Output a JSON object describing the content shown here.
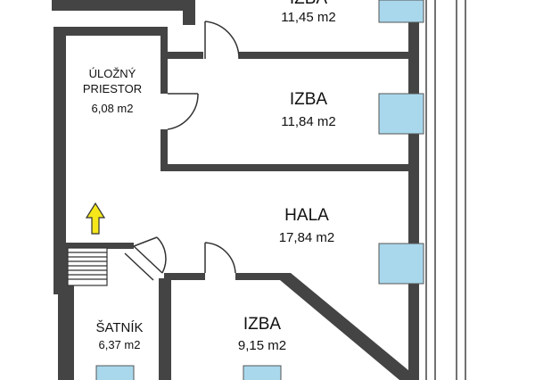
{
  "rooms": [
    {
      "id": "izba-top",
      "name": "IZBA",
      "area": "11,45 m2"
    },
    {
      "id": "izba-middle",
      "name": "IZBA",
      "area": "11,84 m2"
    },
    {
      "id": "storage",
      "name_line1": "ÚLOŽNÝ",
      "name_line2": "PRIESTOR",
      "area": "6,08 m2"
    },
    {
      "id": "hala",
      "name": "HALA",
      "area": "17,84 m2"
    },
    {
      "id": "satnik",
      "name": "ŠATNÍK",
      "area": "6,37 m2"
    },
    {
      "id": "izba-bottom",
      "name": "IZBA",
      "area": "9,15 m2"
    }
  ],
  "colors": {
    "wall": "#444444",
    "window": "#a9d8ec",
    "arrow": "#f5e71a"
  },
  "icons": [
    "entrance-arrow-icon",
    "staircase-icon",
    "door-swing-icon",
    "window-icon"
  ]
}
